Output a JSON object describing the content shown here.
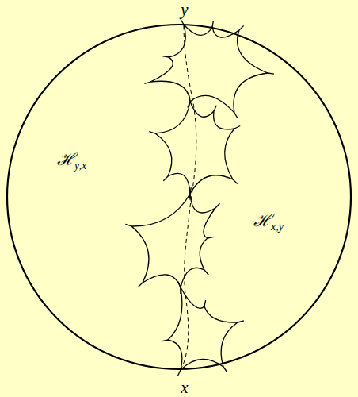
{
  "diagram": {
    "labels": [
      "y",
      "x",
      "ℋy,x",
      "ℋx,y"
    ]
  }
}
